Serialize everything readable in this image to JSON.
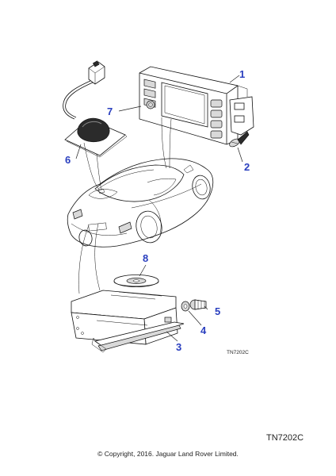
{
  "callouts": {
    "c1": "1",
    "c2": "2",
    "c3": "3",
    "c4": "4",
    "c5": "5",
    "c6": "6",
    "c7": "7",
    "c8": "8"
  },
  "diagram_ref": "TN7202C",
  "footer": {
    "code": "TN7202C",
    "copyright": "© Copyright, 2016. Jaguar Land Rover Limited."
  }
}
